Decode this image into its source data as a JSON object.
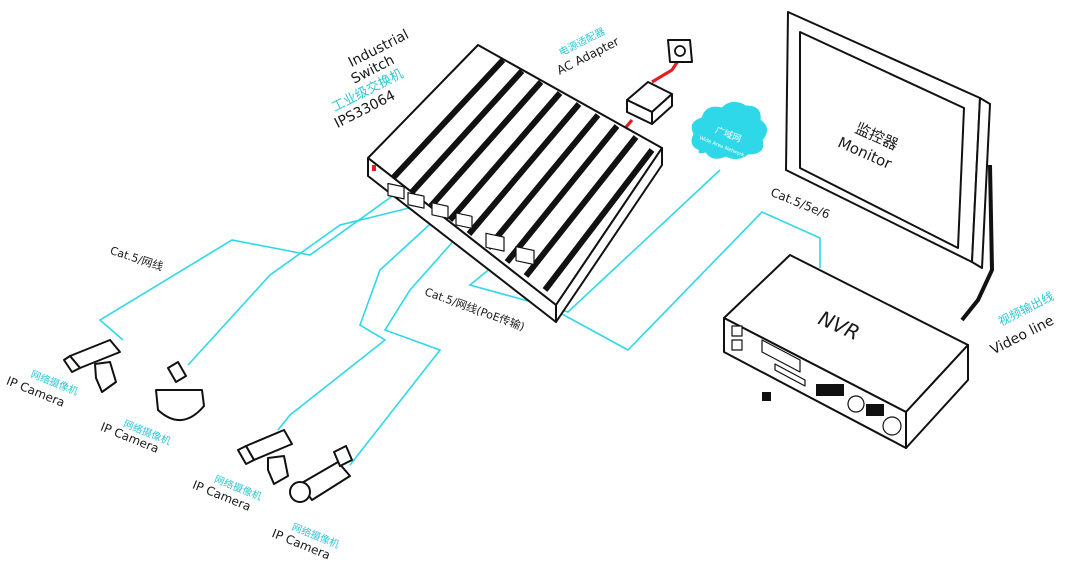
{
  "switch": {
    "name_line1": "Industrial",
    "name_line2": "Switch",
    "name_cn": "工业级交换机",
    "model": "IPS33064"
  },
  "adapter": {
    "label_cn": "电源适配器",
    "label_en": "AC Adapter"
  },
  "wan": {
    "label_cn": "广域网",
    "label_en": "Wide Area Network"
  },
  "monitor": {
    "label_cn": "监控器",
    "label_en": "Monitor"
  },
  "nvr": {
    "label": "NVR"
  },
  "video_line": {
    "label_cn": "视频输出线",
    "label_en": "Video line"
  },
  "cables": {
    "cat5_left": "Cat.5/网线",
    "cat5_poe": "Cat.5/网线(PoE传输)",
    "cat5_nvr": "Cat.5/5e/6"
  },
  "cameras": [
    {
      "label_cn": "网络摄像机",
      "label_en": "IP Camera"
    },
    {
      "label_cn": "网络摄像机",
      "label_en": "IP Camera"
    },
    {
      "label_cn": "网络摄像机",
      "label_en": "IP Camera"
    },
    {
      "label_cn": "网络摄像机",
      "label_en": "IP Camera"
    }
  ],
  "colors": {
    "cable": "#2fd8e8",
    "power_cord": "#e02020",
    "accent_text": "#2fc6d6"
  }
}
